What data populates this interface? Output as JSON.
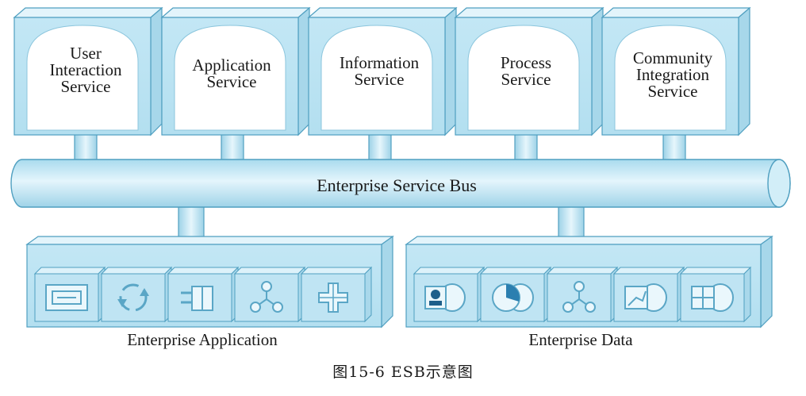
{
  "services": [
    {
      "id": "user-interaction-service",
      "lines": [
        "User",
        "Interaction",
        "Service"
      ]
    },
    {
      "id": "application-service",
      "lines": [
        "Application",
        "Service"
      ]
    },
    {
      "id": "information-service",
      "lines": [
        "Information",
        "Service"
      ]
    },
    {
      "id": "process-service",
      "lines": [
        "Process",
        "Service"
      ]
    },
    {
      "id": "community-integration-service",
      "lines": [
        "Community",
        "Integration",
        "Service"
      ]
    }
  ],
  "bus": {
    "label": "Enterprise Service Bus"
  },
  "enterprise_application": {
    "label": "Enterprise Application",
    "icons": [
      "server-icon",
      "recycle-icon",
      "plug-icon",
      "network-nodes-icon",
      "cross-icon"
    ]
  },
  "enterprise_data": {
    "label": "Enterprise Data",
    "icons": [
      "user-record-icon",
      "pie-chart-icon",
      "network-nodes-icon",
      "line-chart-icon",
      "table-icon"
    ]
  },
  "caption": "图15-6 ESB示意图",
  "colors": {
    "fill": "#c6e8f5",
    "fill_light": "#e3f4fb",
    "stroke": "#4f9fc0",
    "cloud": "#ffffff"
  }
}
